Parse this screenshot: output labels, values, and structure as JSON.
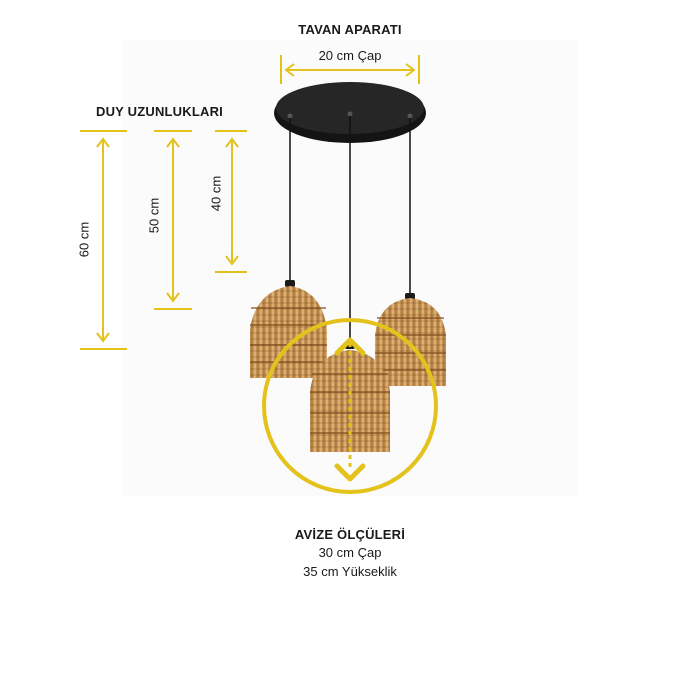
{
  "ceiling": {
    "title": "TAVAN APARATI",
    "diameter": "20 cm Çap"
  },
  "sockets": {
    "title": "DUY UZUNLUKLARI",
    "lengths": [
      "60 cm",
      "50 cm",
      "40 cm"
    ]
  },
  "lamp": {
    "title": "AVİZE ÖLÇÜLERİ",
    "diameter": "30 cm Çap",
    "height": "35 cm Yükseklik"
  },
  "colors": {
    "accent": "#e4c21c",
    "canopy": "#141414",
    "rattan": "#c99657"
  }
}
